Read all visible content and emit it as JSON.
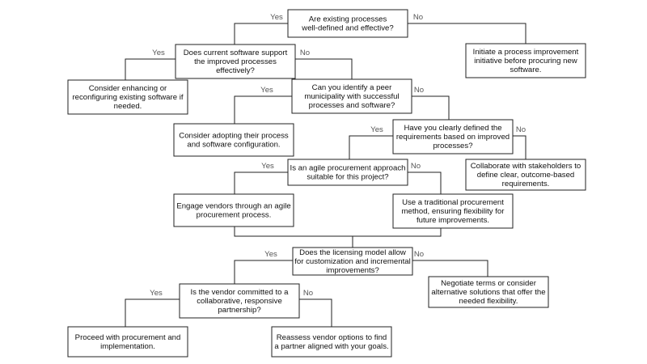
{
  "nodes": [
    {
      "id": "q1",
      "kind": "decision",
      "lines": [
        "Are existing processes",
        "well-defined and effective?"
      ]
    },
    {
      "id": "a1",
      "kind": "action",
      "lines": [
        "Initiate a process improvement",
        "initiative before procuring new",
        "software."
      ]
    },
    {
      "id": "q2",
      "kind": "decision",
      "lines": [
        "Does current software support",
        "the improved processes",
        "effectively?"
      ]
    },
    {
      "id": "a2",
      "kind": "action",
      "lines": [
        "Consider enhancing or",
        "reconfiguring existing software if",
        "needed."
      ]
    },
    {
      "id": "q3",
      "kind": "decision",
      "lines": [
        "Can you identify a peer",
        "municipality with successful",
        "processes and software?"
      ]
    },
    {
      "id": "a3",
      "kind": "action",
      "lines": [
        "Consider adopting their process",
        "and software configuration."
      ]
    },
    {
      "id": "q4",
      "kind": "decision",
      "lines": [
        "Have you clearly defined the",
        "requirements based on improved",
        "processes?"
      ]
    },
    {
      "id": "a4",
      "kind": "action",
      "lines": [
        "Collaborate with stakeholders to",
        "define clear, outcome-based",
        "requirements."
      ]
    },
    {
      "id": "q5",
      "kind": "decision",
      "lines": [
        "Is an agile procurement approach",
        "suitable for this project?"
      ]
    },
    {
      "id": "a5",
      "kind": "action",
      "lines": [
        "Engage vendors through an agile",
        "procurement process."
      ]
    },
    {
      "id": "a6",
      "kind": "action",
      "lines": [
        "Use a traditional procurement",
        "method, ensuring flexibility for",
        "future improvements."
      ]
    },
    {
      "id": "q6",
      "kind": "decision",
      "lines": [
        "Does the licensing model allow",
        "for customization and incremental",
        "improvements?"
      ]
    },
    {
      "id": "a7",
      "kind": "action",
      "lines": [
        "Negotiate terms or consider",
        "alternative solutions that offer the",
        "needed flexibility."
      ]
    },
    {
      "id": "q7",
      "kind": "decision",
      "lines": [
        "Is the vendor committed to a",
        "collaborative, responsive",
        "partnership?"
      ]
    },
    {
      "id": "a8",
      "kind": "action",
      "lines": [
        "Proceed with procurement and",
        "implementation."
      ]
    },
    {
      "id": "a9",
      "kind": "action",
      "lines": [
        "Reassess vendor options to find",
        "a partner aligned with your goals."
      ]
    }
  ],
  "edges": [
    {
      "id": "e1",
      "from": "q1",
      "to": "q2",
      "label": "Yes"
    },
    {
      "id": "e2",
      "from": "q1",
      "to": "a1",
      "label": "No"
    },
    {
      "id": "e3",
      "from": "q2",
      "to": "a2",
      "label": "Yes"
    },
    {
      "id": "e4",
      "from": "q2",
      "to": "q3",
      "label": "No"
    },
    {
      "id": "e5",
      "from": "q3",
      "to": "a3",
      "label": "Yes"
    },
    {
      "id": "e6",
      "from": "q3",
      "to": "q4",
      "label": "No"
    },
    {
      "id": "e7",
      "from": "q4",
      "to": "q5",
      "label": "Yes"
    },
    {
      "id": "e8",
      "from": "q4",
      "to": "a4",
      "label": "No"
    },
    {
      "id": "e9",
      "from": "q5",
      "to": "a5",
      "label": "Yes"
    },
    {
      "id": "e10",
      "from": "q5",
      "to": "a6",
      "label": "No"
    },
    {
      "id": "e11",
      "from": "a5",
      "to": "q6",
      "label": ""
    },
    {
      "id": "e12",
      "from": "a6",
      "to": "q6",
      "label": ""
    },
    {
      "id": "e13",
      "from": "q6",
      "to": "q7",
      "label": "Yes"
    },
    {
      "id": "e14",
      "from": "q6",
      "to": "a7",
      "label": "No"
    },
    {
      "id": "e15",
      "from": "q7",
      "to": "a8",
      "label": "Yes"
    },
    {
      "id": "e16",
      "from": "q7",
      "to": "a9",
      "label": "No"
    }
  ]
}
